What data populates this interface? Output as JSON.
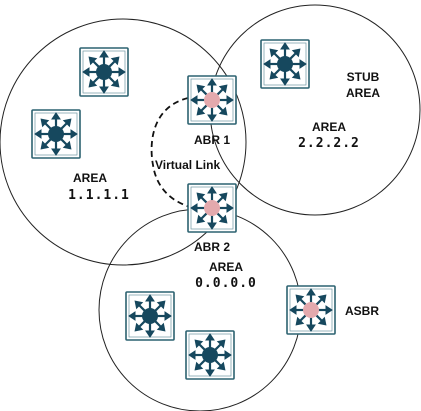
{
  "areas": {
    "area1": {
      "label": "AREA",
      "id": "1.1.1.1"
    },
    "area2": {
      "label": "AREA",
      "id": "2.2.2.2",
      "stub_line1": "STUB",
      "stub_line2": "AREA"
    },
    "area0": {
      "label": "AREA",
      "id": "0.0.0.0"
    }
  },
  "routers": {
    "abr1": {
      "label": "ABR 1"
    },
    "abr2": {
      "label": "ABR 2"
    },
    "asbr": {
      "label": "ASBR"
    }
  },
  "virtual_link": {
    "label": "Virtual Link"
  },
  "colors": {
    "router_fill": "#ffffff",
    "router_border": "#2c6270",
    "router_core": "#16485e",
    "router_arrow": "#16485e",
    "border_router_core": "#e3a9ad"
  },
  "icons": {
    "router": "layer3-switch-icon",
    "border_router": "border-router-icon"
  }
}
